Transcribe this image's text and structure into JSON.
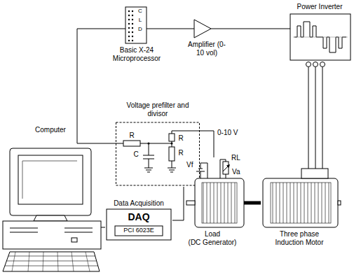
{
  "diagram": {
    "nodes": [
      {
        "text": [
          "C",
          "L",
          "D",
          "Basic X-24 Microprocessor"
        ]
      },
      {
        "text": [
          "Amplifier (0-10 vol)"
        ]
      },
      {
        "text": [
          "Power Inverter"
        ]
      },
      {
        "text": [
          "Voltage prefilter and divisor",
          "R",
          "C",
          "R",
          "R"
        ]
      },
      {
        "text": [
          "Data Acquisition",
          "DAQ",
          "PCI 6023E"
        ]
      },
      {
        "text": [
          "Computer"
        ]
      },
      {
        "text": [
          "Load",
          "(DC Generator)"
        ]
      },
      {
        "text": [
          "Three phase Induction Motor"
        ]
      }
    ],
    "edges": [
      {
        "from": 3,
        "to": 0,
        "arrow": "none"
      },
      {
        "from": 0,
        "to": 1,
        "arrow": "none"
      },
      {
        "from": 1,
        "to": 2,
        "arrow": "none"
      },
      {
        "from": 2,
        "to": 7,
        "arrow": "none"
      },
      {
        "from": 6,
        "to": 3,
        "label": "0-10 V",
        "arrow": "none"
      },
      {
        "from": 3,
        "to": 4,
        "arrow": "none"
      },
      {
        "from": 4,
        "to": 5,
        "arrow": "none"
      },
      {
        "from": 6,
        "to": 7,
        "arrow": "none"
      }
    ],
    "labels": [
      "Vf",
      "RL",
      "Va"
    ]
  }
}
